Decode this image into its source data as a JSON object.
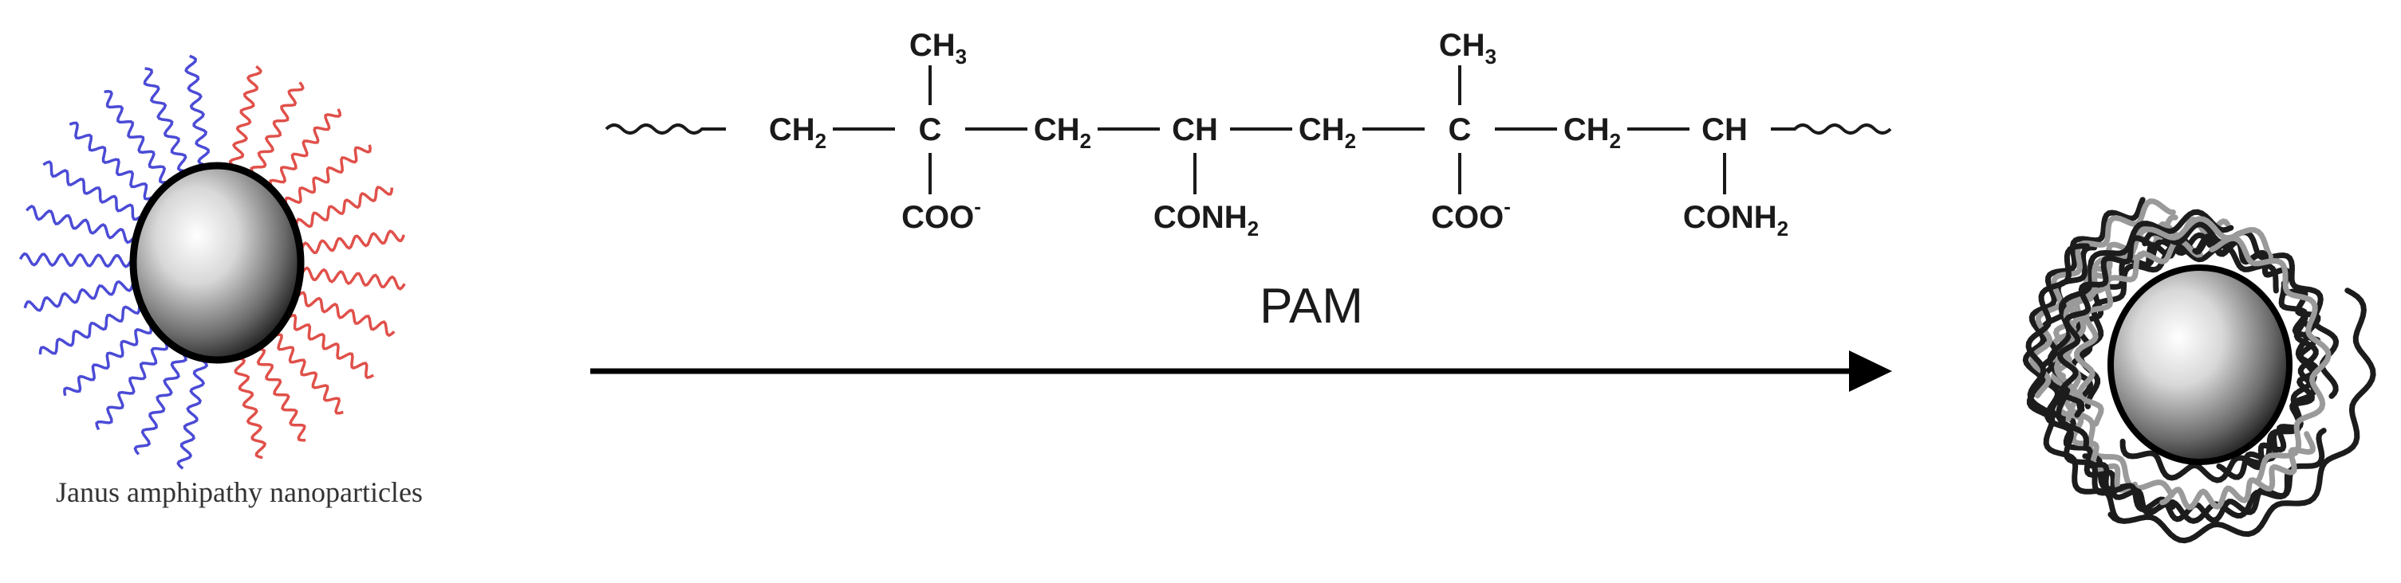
{
  "left_label": "Janus amphipathy nanoparticles",
  "arrow_label": "PAM",
  "colors": {
    "hydrophilic_chain": "#4b4bd6",
    "hydrophobic_chain": "#e0504a",
    "wrap_dark": "#1c1c1c",
    "wrap_light": "#9a9a9a",
    "text": "#1a1a1a"
  },
  "polymer": {
    "units": [
      {
        "main": "CH",
        "main_sub": "2"
      },
      {
        "main": "C",
        "top": "CH",
        "top_sub": "3",
        "bottom": "COO",
        "bottom_sup": "-"
      },
      {
        "main": "CH",
        "main_sub": "2"
      },
      {
        "main": "CH",
        "bottom": "CONH",
        "bottom_sub": "2"
      },
      {
        "main": "CH",
        "main_sub": "2"
      },
      {
        "main": "C",
        "top": "CH",
        "top_sub": "3",
        "bottom": "COO",
        "bottom_sup": "-"
      },
      {
        "main": "CH",
        "main_sub": "2"
      },
      {
        "main": "CH",
        "bottom": "CONH",
        "bottom_sub": "2"
      }
    ]
  }
}
